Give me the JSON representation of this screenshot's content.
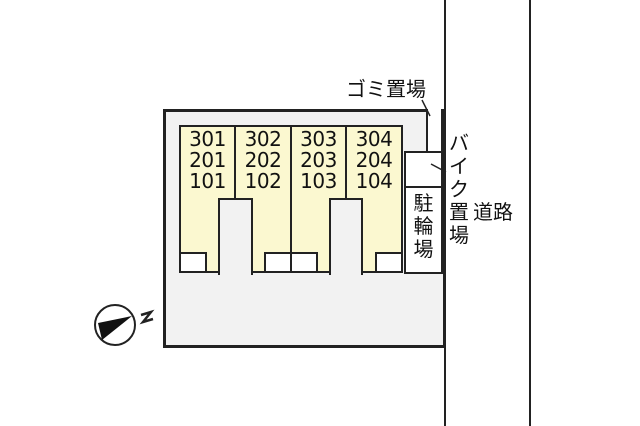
{
  "site_plan": {
    "units": [
      {
        "floors": [
          "301",
          "201",
          "101"
        ]
      },
      {
        "floors": [
          "302",
          "202",
          "102"
        ]
      },
      {
        "floors": [
          "303",
          "203",
          "103"
        ]
      },
      {
        "floors": [
          "304",
          "204",
          "104"
        ]
      }
    ],
    "labels": {
      "garbage": "ゴミ置場",
      "bike_parking": [
        "バ",
        "イ",
        "ク",
        "置",
        "場"
      ],
      "bicycle_parking": [
        "駐",
        "輪",
        "場"
      ],
      "road": "道路"
    },
    "compass": {
      "direction_label": "N"
    },
    "colors": {
      "unit_fill": "#fbf8d0",
      "lot_fill": "#f2f2f2",
      "line": "#222222"
    }
  }
}
